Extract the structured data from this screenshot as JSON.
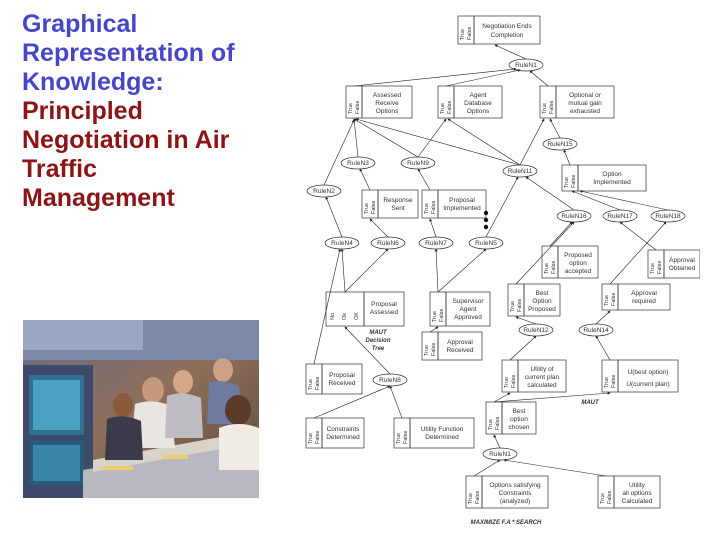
{
  "title": {
    "line1": "Graphical",
    "line2": "Representation of",
    "line3": "Knowledge",
    "line3_colon": ":",
    "line4": "Principled",
    "line5": "Negotiation in Air",
    "line6": "Traffic",
    "line7": "Management"
  },
  "colors": {
    "title_blue": "#4646c8",
    "title_red": "#8b1414"
  },
  "diagram": {
    "tf": {
      "t": "True",
      "f": "False"
    },
    "top_node": "Negotiation Ends",
    "top_node2": "Completion",
    "rules": {
      "n1": "RuleN1",
      "n15": "RuleN15",
      "n11": "RuleN11",
      "n3": "RuleN3",
      "n9": "RuleN9",
      "n2": "RuleN2",
      "n4": "RuleN4",
      "n6": "RuleN6",
      "n7": "RuleN7",
      "n5": "RuleN5",
      "n16": "RuleN16",
      "n17": "RuleN17",
      "n18": "RuleN18",
      "n12": "RuleN12",
      "n14": "RuleN14",
      "n8": "RuleN8",
      "n13": "RuleN1"
    },
    "boxes": {
      "assessed1": "Assessed",
      "assessed2": "Receive",
      "assessed3": "Options",
      "agent1": "Agent",
      "agent2": "Database",
      "agent3": "Options",
      "optional1": "Optional or",
      "optional2": "mutual gain",
      "optional3": "exhausted",
      "option_impl1": "Option",
      "option_impl2": "Implemented",
      "response1": "Response",
      "response2": "Sent",
      "proposal_impl1": "Proposal",
      "proposal_impl2": "Implemented",
      "proposed_accepted1": "Proposed",
      "proposed_accepted2": "option",
      "proposed_accepted3": "accepted",
      "approval_obtained1": "Approval",
      "approval_obtained2": "Obtained",
      "approval_required1": "Approval",
      "approval_required2": "required",
      "best_option1": "Best",
      "best_option2": "Option",
      "best_option3": "Proposed",
      "proposal_assessed1": "Proposal",
      "proposal_assessed2": "Assessed",
      "supervisor1": "Supervisor",
      "supervisor2": "Agent",
      "supervisor3": "Approved",
      "approval_received1": "Approval",
      "approval_received2": "Received",
      "proposal_received1": "Proposal",
      "proposal_received2": "Received",
      "utility_current1": "Utility of",
      "utility_current2": "current plan",
      "utility_current3": "calculated",
      "ubest1": "U(best option)",
      "ubest2": "U(current plan)",
      "best_chosen1": "Best",
      "best_chosen2": "option",
      "best_chosen3": "chosen",
      "constraints1": "Constraints",
      "constraints2": "Determined",
      "utility_fn1": "Utility Function",
      "utility_fn2": "Determined",
      "options_satisfying1": "Options satisfying",
      "options_satisfying2": "Constraints",
      "options_satisfying3": "(analyzed)",
      "utility_all1": "Utility",
      "utility_all2": "all options",
      "utility_all3": "Calculated",
      "no_ok_1": "No",
      "no_ok_2": "Ok",
      "no_ok_3": "OK"
    },
    "labels": {
      "maut_decision1": "MAUT",
      "maut_decision2": "Decision",
      "maut_decision3": "Tree",
      "maut": "MAUT",
      "maximize": "MAXIMIZE F.A * SEARCH"
    }
  }
}
